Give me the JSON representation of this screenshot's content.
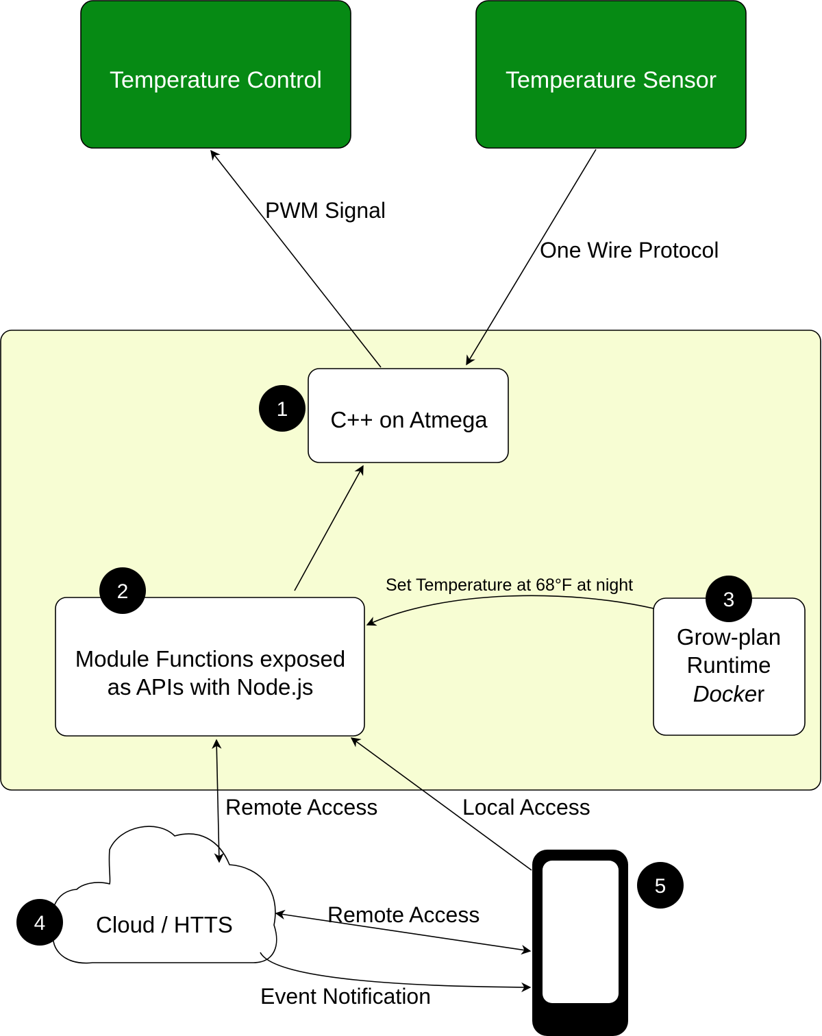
{
  "nodes": {
    "temp_control": {
      "label": "Temperature Control"
    },
    "temp_sensor": {
      "label": "Temperature Sensor"
    },
    "cpp_atmega": {
      "label": "C++ on Atmega",
      "badge": "1"
    },
    "module_api": {
      "label_line1": "Module Functions exposed",
      "label_line2": "as APIs with Node.js",
      "badge": "2"
    },
    "grow_plan": {
      "label_line1": "Grow-plan",
      "label_line2": "Runtime",
      "label_line3_italic": "Docke",
      "label_line3_rest": "r",
      "badge": "3"
    },
    "cloud": {
      "label": "Cloud / HTTS",
      "badge": "4"
    },
    "phone": {
      "badge": "5"
    }
  },
  "edges": {
    "pwm": {
      "label": "PWM Signal"
    },
    "one_wire": {
      "label": "One Wire Protocol"
    },
    "set_temp": {
      "label": "Set Temperature at 68°F at night"
    },
    "remote_access_1": {
      "label": "Remote Access"
    },
    "local_access": {
      "label": "Local Access"
    },
    "remote_access_2": {
      "label": "Remote Access"
    },
    "event_notification": {
      "label": "Event Notification"
    }
  },
  "colors": {
    "green_box": "#068a14",
    "device_panel": "#f7fdd3",
    "badge": "#000000"
  }
}
